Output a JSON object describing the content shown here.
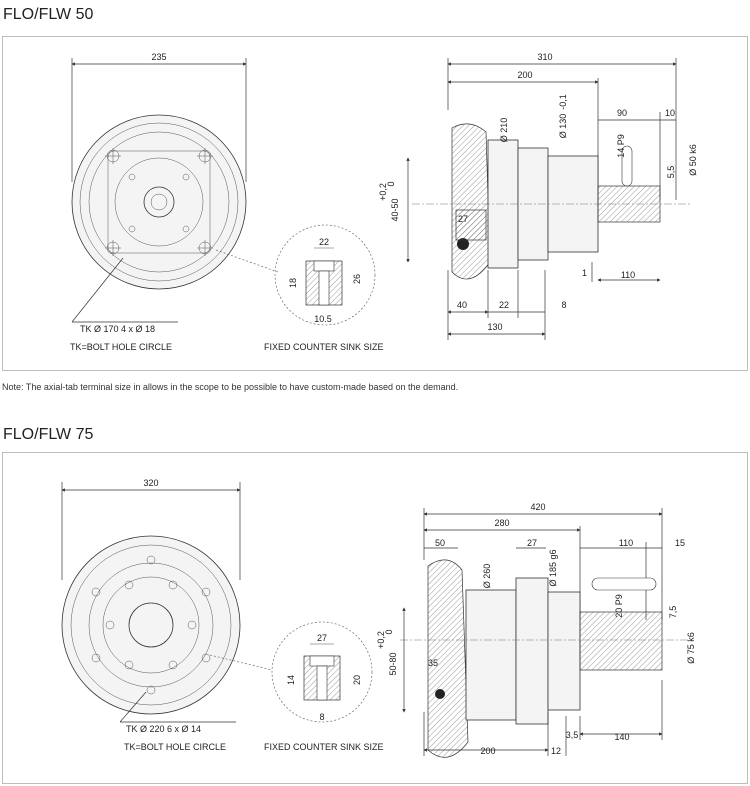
{
  "section1": {
    "title": "FLO/FLW 50",
    "front": {
      "width": "235",
      "tk": "TK Ø 170  4 x Ø 18",
      "tk_note": "TK=BOLT HOLE CIRCLE"
    },
    "sink": {
      "top": "22",
      "left": "18",
      "right": "26",
      "bottom": "10.5",
      "caption": "FIXED COUNTER SINK SIZE"
    },
    "side": {
      "d310": "310",
      "d200": "200",
      "d90": "90",
      "d10": "10",
      "dia210": "Ø 210",
      "dia130": "Ø 130",
      "dia130_tol": "-0,1",
      "key": "14 P9",
      "shaft_dia": "Ø 50 k6",
      "offset": "5,5",
      "height": "40-50",
      "height_tol_up": "+0,2",
      "height_tol_low": "0",
      "d27": "27",
      "d1": "1",
      "d110": "110",
      "d40": "40",
      "d22": "22",
      "d8": "8",
      "d130": "130"
    }
  },
  "note": "Note: The axial-tab terminal size in allows in the scope to be possible to have custom-made based on the demand.",
  "section2": {
    "title": "FLO/FLW 75",
    "front": {
      "width": "320",
      "tk": "TK Ø 220  6 x Ø 14",
      "tk_note": "TK=BOLT HOLE CIRCLE"
    },
    "sink": {
      "top": "27",
      "left": "14",
      "right": "20",
      "bottom": "8",
      "caption": "FIXED COUNTER SINK SIZE"
    },
    "side": {
      "d420": "420",
      "d280": "280",
      "d50": "50",
      "d27": "27",
      "d110": "110",
      "d15": "15",
      "dia260": "Ø 260",
      "dia185": "Ø 185 g6",
      "key": "20 P9",
      "offset": "7,5",
      "shaft_dia": "Ø 75 k6",
      "height": "50-80",
      "height_tol_up": "+0,2",
      "height_tol_low": "0",
      "d35": "35",
      "d200": "200",
      "d12": "12",
      "d35b": "3,5",
      "d140": "140"
    }
  }
}
